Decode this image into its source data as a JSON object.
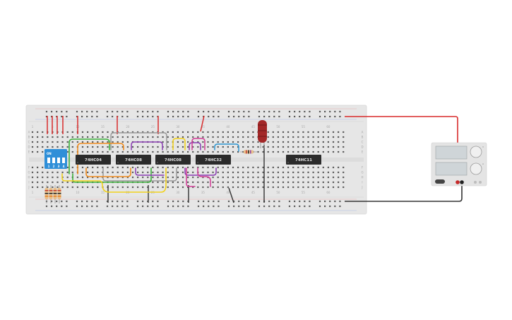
{
  "breadboard": {
    "column_numbers": [
      "1",
      "5",
      "10",
      "15",
      "20",
      "25",
      "30",
      "35",
      "40",
      "45",
      "50",
      "55",
      "60"
    ],
    "row_letters_top": [
      "A",
      "B",
      "C",
      "D",
      "E"
    ],
    "row_letters_bottom": [
      "F",
      "G",
      "H",
      "I",
      "J"
    ]
  },
  "chips": [
    {
      "label": "74HC04"
    },
    {
      "label": "74HC08"
    },
    {
      "label": "74HC08"
    },
    {
      "label": "74HC32"
    },
    {
      "label": "74HC11"
    }
  ],
  "dip_switch": {
    "label": "ON",
    "numbers": [
      "1",
      "2",
      "3",
      "4"
    ]
  },
  "power_supply": {
    "labels": [
      "V",
      "A"
    ]
  },
  "colors": {
    "breadboard": "#e6e6e6",
    "chip": "#2b2b2b",
    "dip_switch": "#2f8fd8",
    "led": "#a32828",
    "wire_red": "#d92b2b",
    "wire_black": "#333333",
    "wire_green": "#3db23d",
    "wire_orange": "#f08c1e",
    "wire_yellow": "#f2d21e",
    "wire_purple": "#8a3cb4",
    "wire_gray": "#9a9a9a",
    "wire_pink": "#d23c96",
    "wire_blue": "#2d96d2"
  }
}
